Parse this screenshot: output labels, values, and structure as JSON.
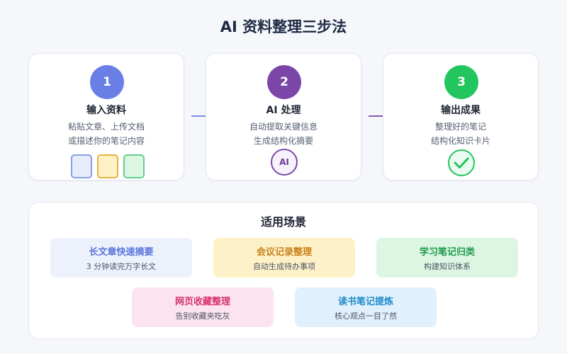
{
  "title": "AI 资料整理三步法",
  "steps": [
    {
      "number": "1",
      "title": "输入资料",
      "desc_lines": [
        "粘贴文章、上传文档",
        "或描述你的笔记内容"
      ],
      "color": "#6a7fe6",
      "icon": "document-icons"
    },
    {
      "number": "2",
      "title": "AI 处理",
      "desc_lines": [
        "自动提取关键信息",
        "生成结构化摘要"
      ],
      "color": "#7b46a8",
      "icon_label": "AI",
      "icon": "ai-badge-icon"
    },
    {
      "number": "3",
      "title": "输出成果",
      "desc_lines": [
        "整理好的笔记",
        "结构化知识卡片"
      ],
      "color": "#22c55e",
      "icon": "check-circle-icon"
    }
  ],
  "scenes": {
    "title": "适用场景",
    "items": [
      {
        "title": "长文章快速摘要",
        "subtitle": "3 分钟读完万字长文",
        "bg": "#edf1fc",
        "fg": "#5b74dc"
      },
      {
        "title": "会议记录整理",
        "subtitle": "自动生成待办事项",
        "bg": "#fdf1c7",
        "fg": "#c9801b"
      },
      {
        "title": "学习笔记归类",
        "subtitle": "构建知识体系",
        "bg": "#dcf6e3",
        "fg": "#1f9a4a"
      },
      {
        "title": "网页收藏整理",
        "subtitle": "告别收藏夹吃灰",
        "bg": "#fbe3ef",
        "fg": "#d6336c"
      },
      {
        "title": "读书笔记提炼",
        "subtitle": "核心观点一目了然",
        "bg": "#e0f0fc",
        "fg": "#1f8bc9"
      }
    ]
  }
}
